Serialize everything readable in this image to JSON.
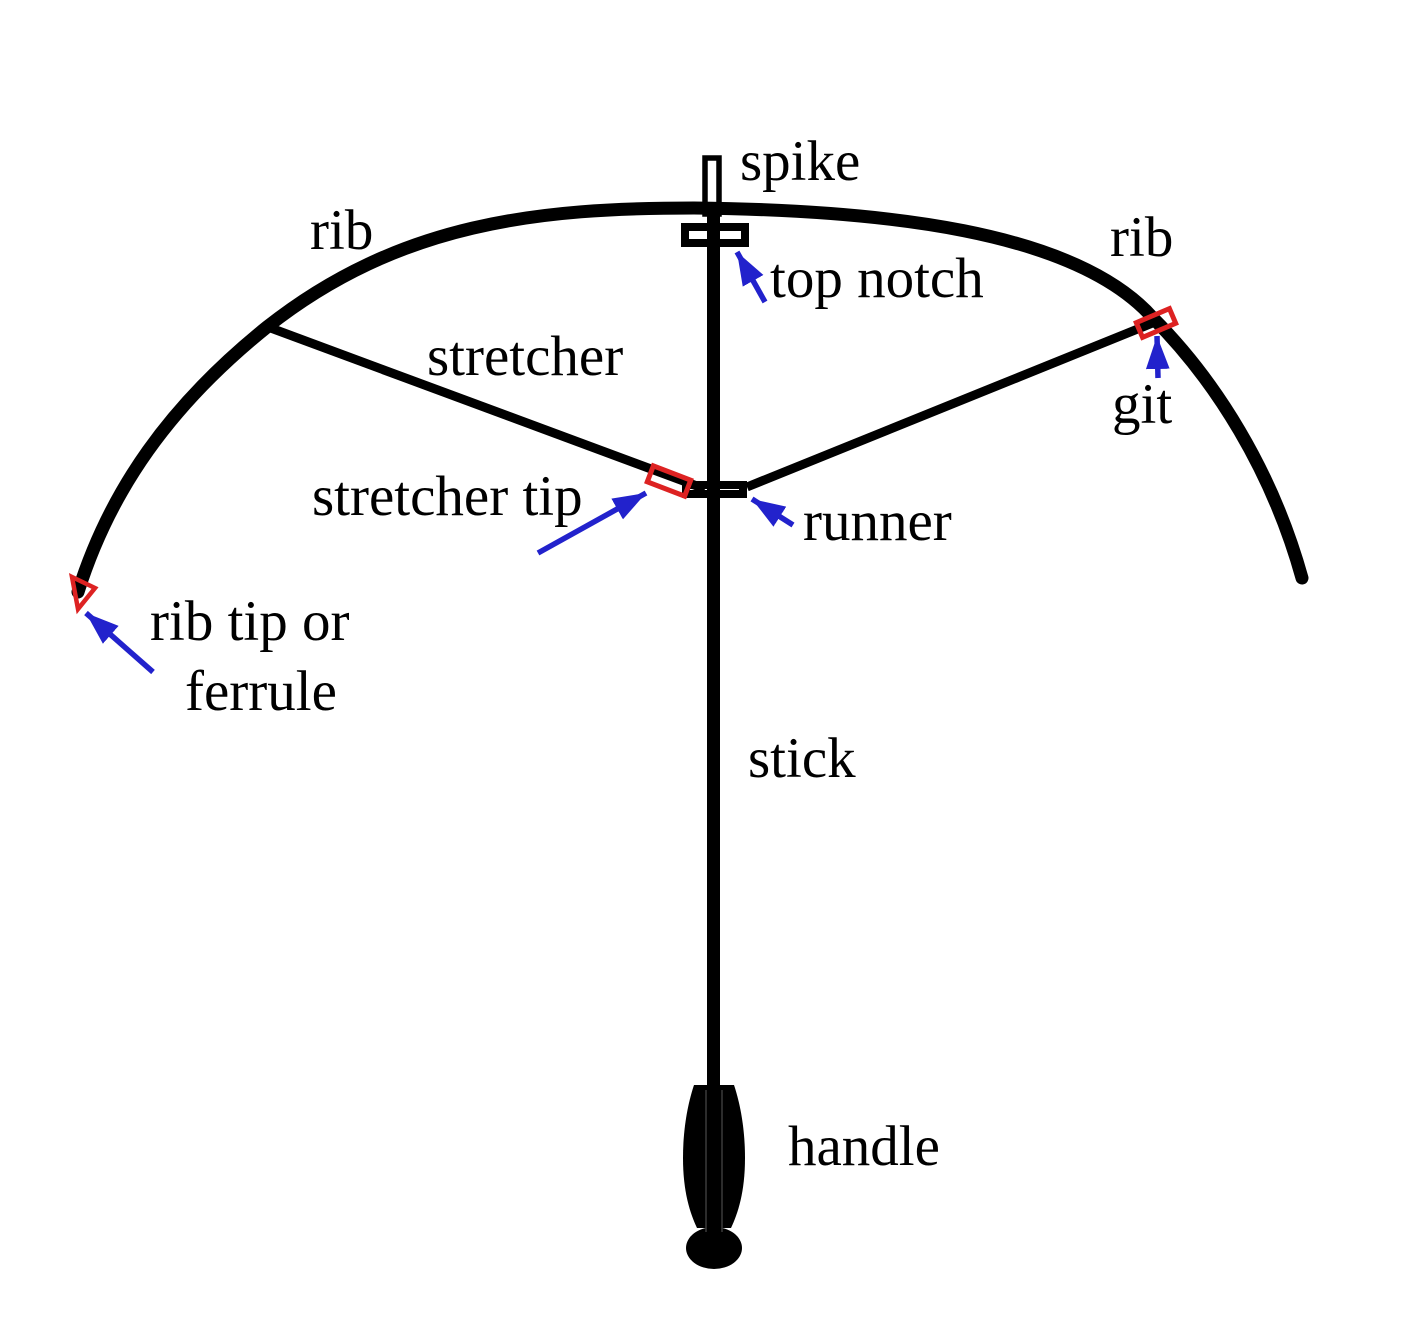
{
  "diagram": {
    "type": "labeled-line-diagram",
    "subject": "umbrella frame parts",
    "colors": {
      "ink": "#000000",
      "highlight_red": "#dd2222",
      "arrow_blue": "#2222cc",
      "background": "#ffffff"
    },
    "labels": {
      "spike": "spike",
      "rib_left": "rib",
      "rib_right": "rib",
      "top_notch": "top notch",
      "stretcher": "stretcher",
      "git": "git",
      "stretcher_tip": "stretcher tip",
      "runner": "runner",
      "rib_tip_line1": "rib tip or",
      "rib_tip_line2": "ferrule",
      "stick": "stick",
      "handle": "handle"
    },
    "highlighted_parts": [
      "top notch (boxed)",
      "runner (boxed)",
      "stretcher tip (red box)",
      "git (red box)",
      "rib tip / ferrule (red triangle)"
    ]
  }
}
